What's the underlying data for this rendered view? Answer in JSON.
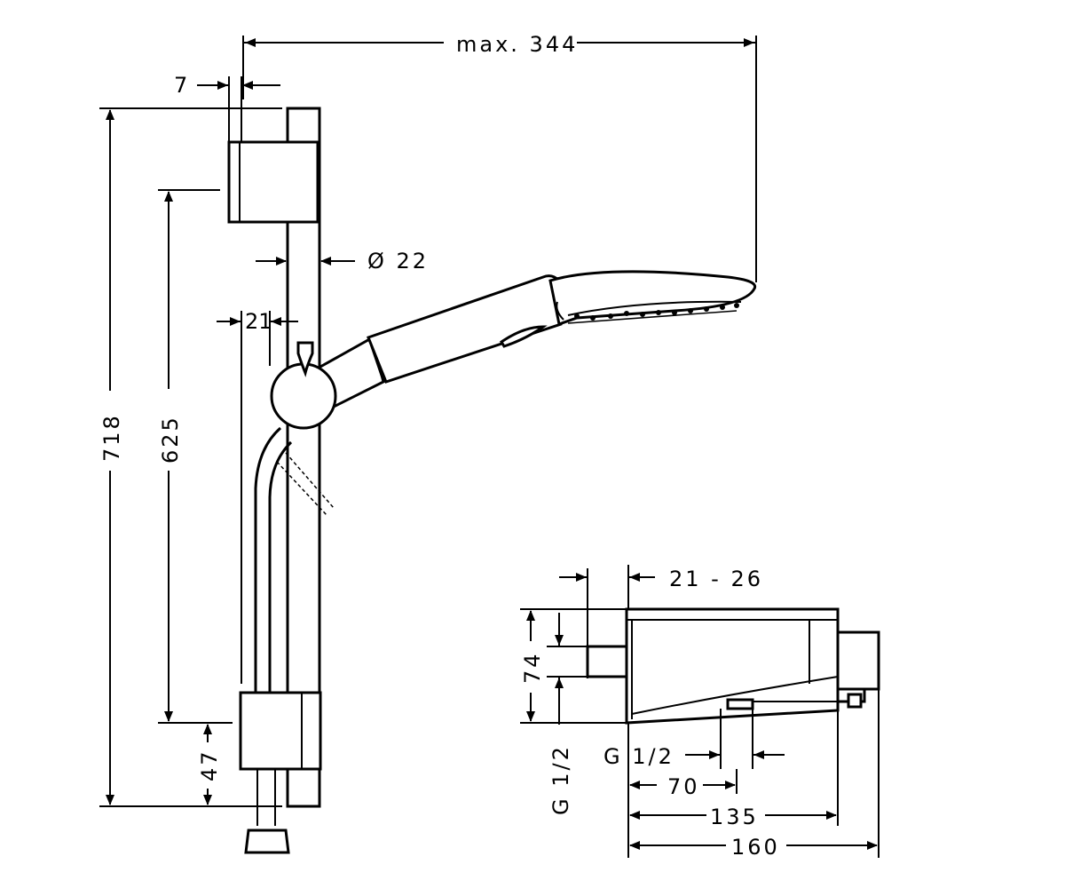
{
  "dimensions": {
    "max_reach": "max. 344",
    "hook_offset": "7",
    "bar_diameter": "Ø 22",
    "holder_offset": "21",
    "total_height": "718",
    "bracket_spacing": "625",
    "bottom_offset": "47",
    "wall_gap": "21 - 26",
    "thermostat_height": "74",
    "inlet_left": "G 1/2",
    "inlet_right": "G 1/2",
    "outlet_70": "70",
    "width_135": "135",
    "width_160": "160"
  }
}
